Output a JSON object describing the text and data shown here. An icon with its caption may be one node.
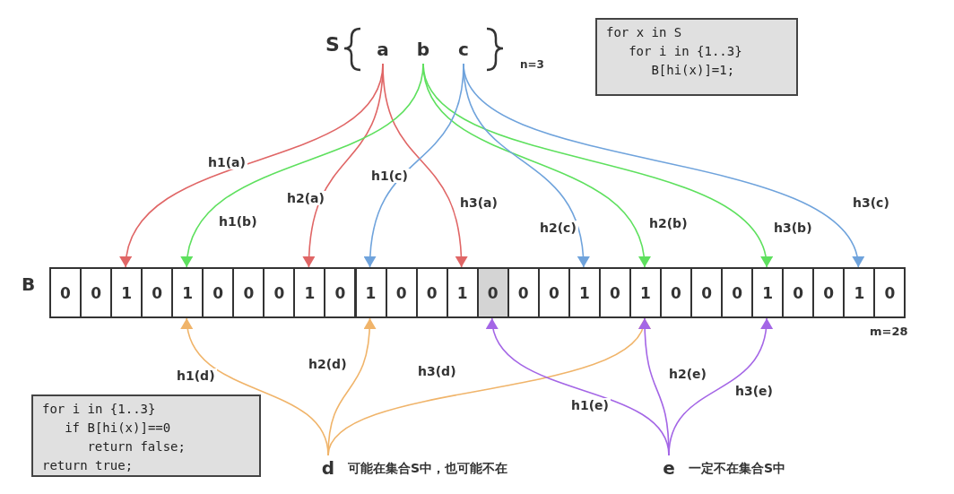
{
  "diagram": {
    "nodes": [
      {
        "text": [
          "a"
        ]
      },
      {
        "text": [
          "b"
        ]
      },
      {
        "text": [
          "c"
        ]
      },
      {
        "text": [
          "0"
        ]
      },
      {
        "text": [
          "0"
        ]
      },
      {
        "text": [
          "1"
        ]
      },
      {
        "text": [
          "0"
        ]
      },
      {
        "text": [
          "1"
        ]
      },
      {
        "text": [
          "0"
        ]
      },
      {
        "text": [
          "0"
        ]
      },
      {
        "text": [
          "0"
        ]
      },
      {
        "text": [
          "1"
        ]
      },
      {
        "text": [
          "0"
        ]
      },
      {
        "text": [
          "1"
        ]
      },
      {
        "text": [
          "0"
        ]
      },
      {
        "text": [
          "0"
        ]
      },
      {
        "text": [
          "1"
        ]
      },
      {
        "text": [
          "0"
        ]
      },
      {
        "text": [
          "0"
        ]
      },
      {
        "text": [
          "0"
        ]
      },
      {
        "text": [
          "1"
        ]
      },
      {
        "text": [
          "0"
        ]
      },
      {
        "text": [
          "1"
        ]
      },
      {
        "text": [
          "0"
        ]
      },
      {
        "text": [
          "0"
        ]
      },
      {
        "text": [
          "0"
        ]
      },
      {
        "text": [
          "1"
        ]
      },
      {
        "text": [
          "0"
        ]
      },
      {
        "text": [
          "0"
        ]
      },
      {
        "text": [
          "1"
        ]
      },
      {
        "text": [
          "0"
        ]
      },
      {
        "text": [
          "d"
        ],
        "beside": [
          "可能在集合S中，也可能不在"
        ]
      },
      {
        "text": [
          "e"
        ],
        "beside": [
          "一定不在集合S中"
        ]
      },
      {
        "text": [
          "for x in S",
          "for i in {1..3}",
          "B[hi(x)]=1;"
        ]
      },
      {
        "text": [
          "for i in {1..3}",
          "if B[hi(x)]==0",
          "return false;",
          "return true;"
        ]
      }
    ],
    "edges": [
      {
        "from": 0,
        "to": 5,
        "arrow": "to",
        "label": "h1(a)",
        "color": "#e06666"
      },
      {
        "from": 0,
        "to": 11,
        "arrow": "to",
        "label": "h2(a)",
        "color": "#e06666"
      },
      {
        "from": 0,
        "to": 16,
        "arrow": "to",
        "label": "h3(a)",
        "color": "#e06666"
      },
      {
        "from": 1,
        "to": 7,
        "arrow": "to",
        "label": "h1(b)",
        "color": "#5ee05e"
      },
      {
        "from": 1,
        "to": 22,
        "arrow": "to",
        "label": "h2(b)",
        "color": "#5ee05e"
      },
      {
        "from": 1,
        "to": 26,
        "arrow": "to",
        "label": "h3(b)",
        "color": "#5ee05e"
      },
      {
        "from": 2,
        "to": 13,
        "arrow": "to",
        "label": "h1(c)",
        "color": "#6fa3dc"
      },
      {
        "from": 2,
        "to": 20,
        "arrow": "to",
        "label": "h2(c)",
        "color": "#6fa3dc"
      },
      {
        "from": 2,
        "to": 29,
        "arrow": "to",
        "label": "h3(c)",
        "color": "#6fa3dc"
      },
      {
        "from": 31,
        "to": 7,
        "arrow": "to",
        "label": "h1(d)",
        "color": "#f0b46a"
      },
      {
        "from": 31,
        "to": 13,
        "arrow": "to",
        "label": "h2(d)",
        "color": "#f0b46a"
      },
      {
        "from": 31,
        "to": 22,
        "arrow": "to",
        "label": "h3(d)",
        "color": "#f0b46a"
      },
      {
        "from": 32,
        "to": 17,
        "arrow": "to",
        "label": "h1(e)",
        "color": "#a466e6"
      },
      {
        "from": 32,
        "to": 22,
        "arrow": "to",
        "label": "h2(e)",
        "color": "#a466e6"
      },
      {
        "from": 32,
        "to": 26,
        "arrow": "to",
        "label": "h3(e)",
        "color": "#a466e6"
      }
    ],
    "labels": [
      "S",
      "n=3",
      "B",
      "m=28"
    ]
  }
}
